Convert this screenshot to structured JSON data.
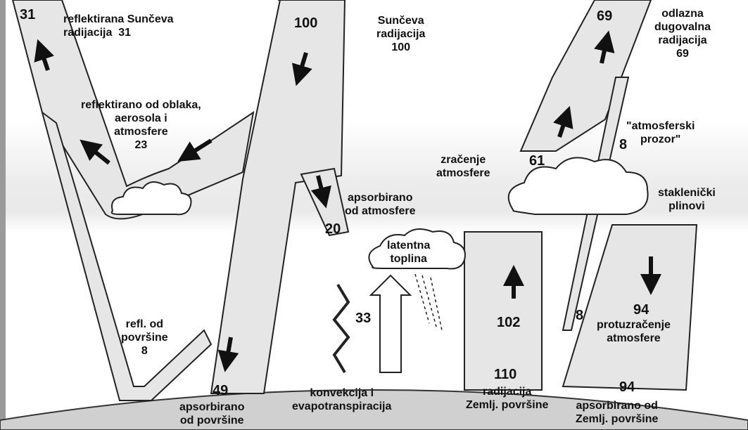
{
  "flows": {
    "solar_in": {
      "value": "100",
      "label": "Sunčeva\nradijacija\n100"
    },
    "reflected_total": {
      "value": "31",
      "label": "reflektirana Sunčeva\nradijacija  31"
    },
    "reflected_atmos": {
      "label": "reflektirano od oblaka,\naerosola i\natmosfere\n23"
    },
    "absorbed_atmos": {
      "value": "20",
      "label": "apsorbirano\nod atmosfere"
    },
    "latent_heat": {
      "label": "latentna\ntoplina"
    },
    "convection": {
      "value": "33",
      "label": "konvekcija i\nevapotranspiracija"
    },
    "reflected_surface": {
      "label": "refl. od\npovršine\n8"
    },
    "absorbed_surface": {
      "value": "49",
      "label": "apsorbirano\nod površine"
    },
    "outgoing_lw": {
      "value": "69",
      "label": "odlazna\ndugovalna\nradijacija\n69"
    },
    "atmos_emission": {
      "value": "61",
      "label": "zračenje\natmosfere"
    },
    "atmos_window": {
      "value": "8",
      "label": "\"atmosferski\nprozor\"",
      "value_low": "8"
    },
    "greenhouse": {
      "label": "staklenički\nplinovi"
    },
    "surface_up": {
      "value": "102",
      "value_base": "110",
      "label": "radijacija\nZemlj. površine"
    },
    "back_radiation": {
      "value": "94",
      "label": "protuzračenje\natmosfere",
      "value_base": "94",
      "label_base": "apsorbirano od\nZemlj. površine"
    }
  },
  "colors": {
    "band": "#e6e6e6",
    "outline": "#222222",
    "arrow": "#111111",
    "sky": "#e9e9e9",
    "ground": "#d4d4d4"
  }
}
